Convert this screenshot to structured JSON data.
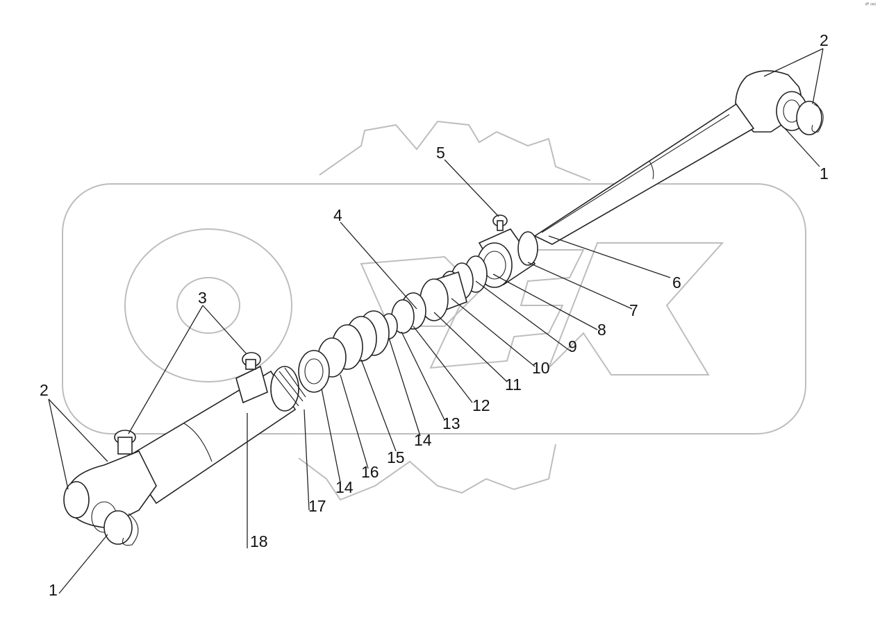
{
  "corner_mark": "ᵒᴾ ᵒᵒᵒ",
  "watermark": {
    "text": "OREX",
    "color": "#bdbdbd"
  },
  "labels": {
    "l1_top": "1",
    "l2_top": "2",
    "l5": "5",
    "l4": "4",
    "l6": "6",
    "l7": "7",
    "l8": "8",
    "l9": "9",
    "l10": "10",
    "l11": "11",
    "l12": "12",
    "l13": "13",
    "l14_a": "14",
    "l15": "15",
    "l16": "16",
    "l14_b": "14",
    "l17": "17",
    "l18": "18",
    "l3": "3",
    "l2_bottom": "2",
    "l1_bottom": "1"
  }
}
